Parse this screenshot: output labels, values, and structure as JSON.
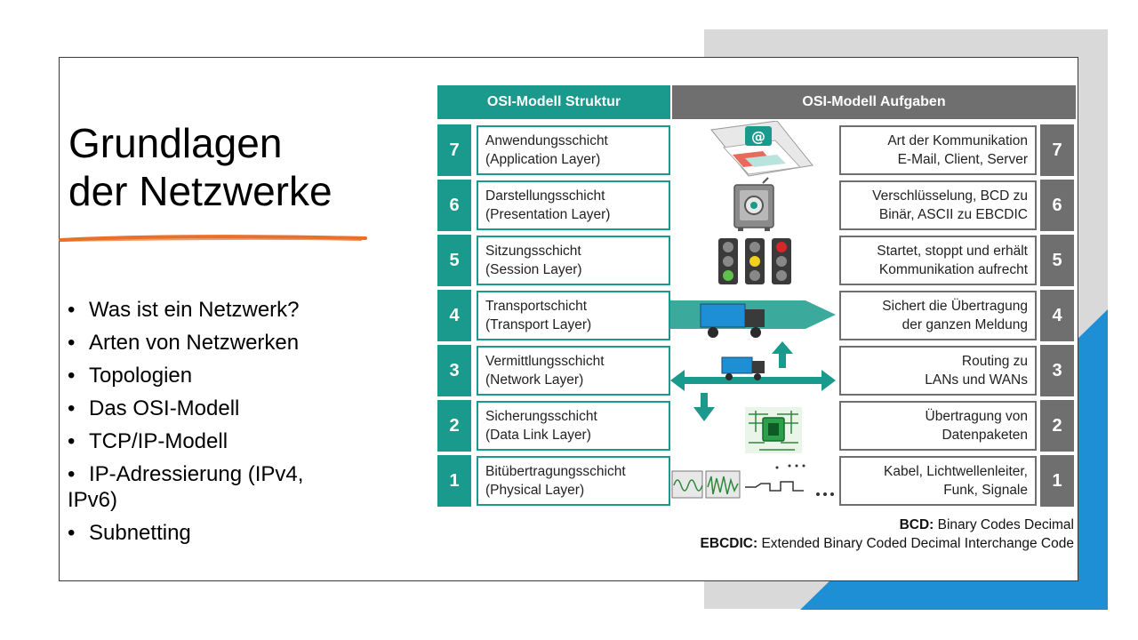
{
  "slide": {
    "title_line1": "Grundlagen",
    "title_line2": "der Netzwerke",
    "bullets": [
      "Was ist ein Netzwerk?",
      "Arten von Netzwerken",
      "Topologien",
      "Das OSI-Modell",
      "TCP/IP-Modell",
      "IP-Adressierung (IPv4, IPv6)",
      "Subnetting"
    ],
    "bullet_glyph": "•"
  },
  "osi": {
    "header_left": "OSI-Modell Struktur",
    "header_right": "OSI-Modell Aufgaben",
    "layers": [
      {
        "num": "7",
        "name": "Anwendungsschicht",
        "en": "(Application Layer)",
        "task1": "Art der Kommunikation",
        "task2": "E-Mail, Client, Server"
      },
      {
        "num": "6",
        "name": "Darstellungsschicht",
        "en": "(Presentation Layer)",
        "task1": "Verschlüsselung, BCD zu",
        "task2": "Binär, ASCII zu EBCDIC"
      },
      {
        "num": "5",
        "name": "Sitzungsschicht",
        "en": "(Session Layer)",
        "task1": "Startet, stoppt und erhält",
        "task2": "Kommunikation aufrecht"
      },
      {
        "num": "4",
        "name": "Transportschicht",
        "en": "(Transport Layer)",
        "task1": "Sichert die Übertragung",
        "task2": "der ganzen Meldung"
      },
      {
        "num": "3",
        "name": "Vermittlungsschicht",
        "en": "(Network Layer)",
        "task1": "Routing zu",
        "task2": "LANs und WANs"
      },
      {
        "num": "2",
        "name": "Sicherungsschicht",
        "en": "(Data Link Layer)",
        "task1": "Übertragung von",
        "task2": "Datenpaketen"
      },
      {
        "num": "1",
        "name": "Bitübertragungsschicht",
        "en": "(Physical Layer)",
        "task1": "Kabel, Lichtwellenleiter,",
        "task2": "Funk, Signale"
      }
    ],
    "legend": [
      {
        "abbr": "BCD:",
        "text": " Binary Codes Decimal"
      },
      {
        "abbr": "EBCDIC:",
        "text": " Extended Binary Coded Decimal Interchange Code"
      }
    ],
    "icons": [
      "email-app-icon",
      "safe-icon",
      "traffic-light-icon",
      "truck-arrow-icon",
      "network-routing-icon",
      "circuit-chip-icon",
      "signal-waves-icon"
    ],
    "colors": {
      "teal": "#1a9a8c",
      "gray": "#6f6f6f",
      "accent_orange": "#e8702a",
      "accent_blue": "#1e8fd4"
    }
  }
}
